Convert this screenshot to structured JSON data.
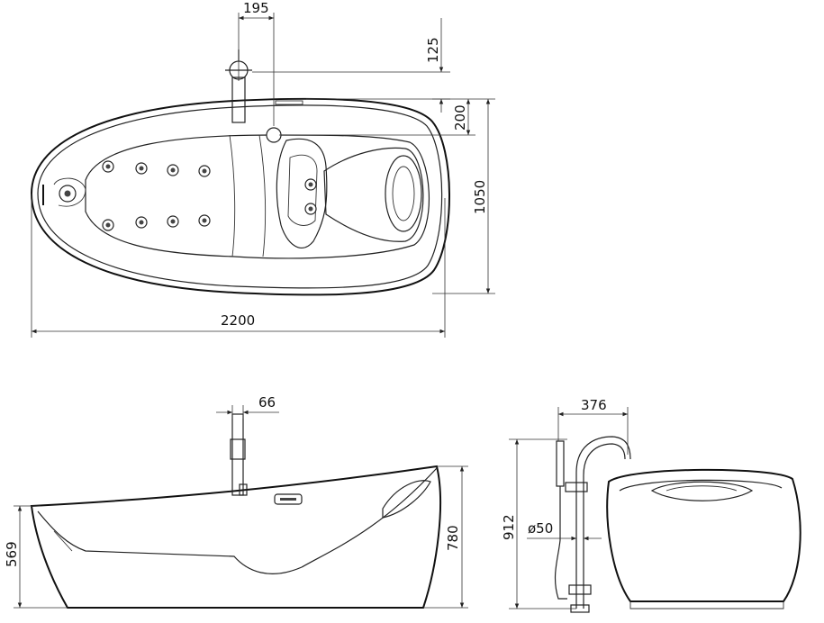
{
  "drawing": {
    "top_view": {
      "dimensions": {
        "faucet_offset": "195",
        "spout_height": "125",
        "rim_offset": "200",
        "width": "1050",
        "length": "2200"
      }
    },
    "side_view": {
      "dimensions": {
        "faucet_width": "66",
        "rim_height_low": "569",
        "rim_height_high": "780"
      }
    },
    "end_view": {
      "dimensions": {
        "spout_reach": "376",
        "faucet_height": "912",
        "pipe_diameter": "ø50"
      }
    }
  }
}
